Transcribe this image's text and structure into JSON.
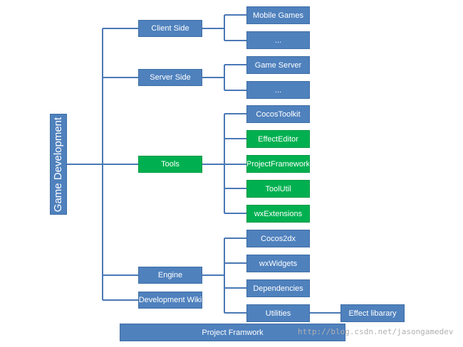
{
  "root": {
    "label": "Game Development"
  },
  "level1": {
    "client_side": "Client Side",
    "server_side": "Server Side",
    "tools": "Tools",
    "engine": "Engine",
    "development_wiki": "Development Wiki"
  },
  "level2": {
    "mobile_games": "Mobile Games",
    "client_more": "...",
    "game_server": "Game Server",
    "server_more": "...",
    "cocos_toolkit": "CocosToolkit",
    "effect_editor": "EffectEditor",
    "project_framework": "ProjectFramework",
    "tool_util": "ToolUtil",
    "wx_extensions": "wxExtensions",
    "cocos2dx": "Cocos2dx",
    "wx_widgets": "wxWidgets",
    "dependencies": "Dependencies",
    "utilities": "Utilities"
  },
  "level3": {
    "effect_library": "Effect libarary"
  },
  "bottom_bar": {
    "label": "Project Framwork"
  },
  "watermark": "http://blog.csdn.net/jasongamedev",
  "colors": {
    "blue": "#4f81bd",
    "green": "#00b050",
    "connector": "#4a78b5"
  }
}
